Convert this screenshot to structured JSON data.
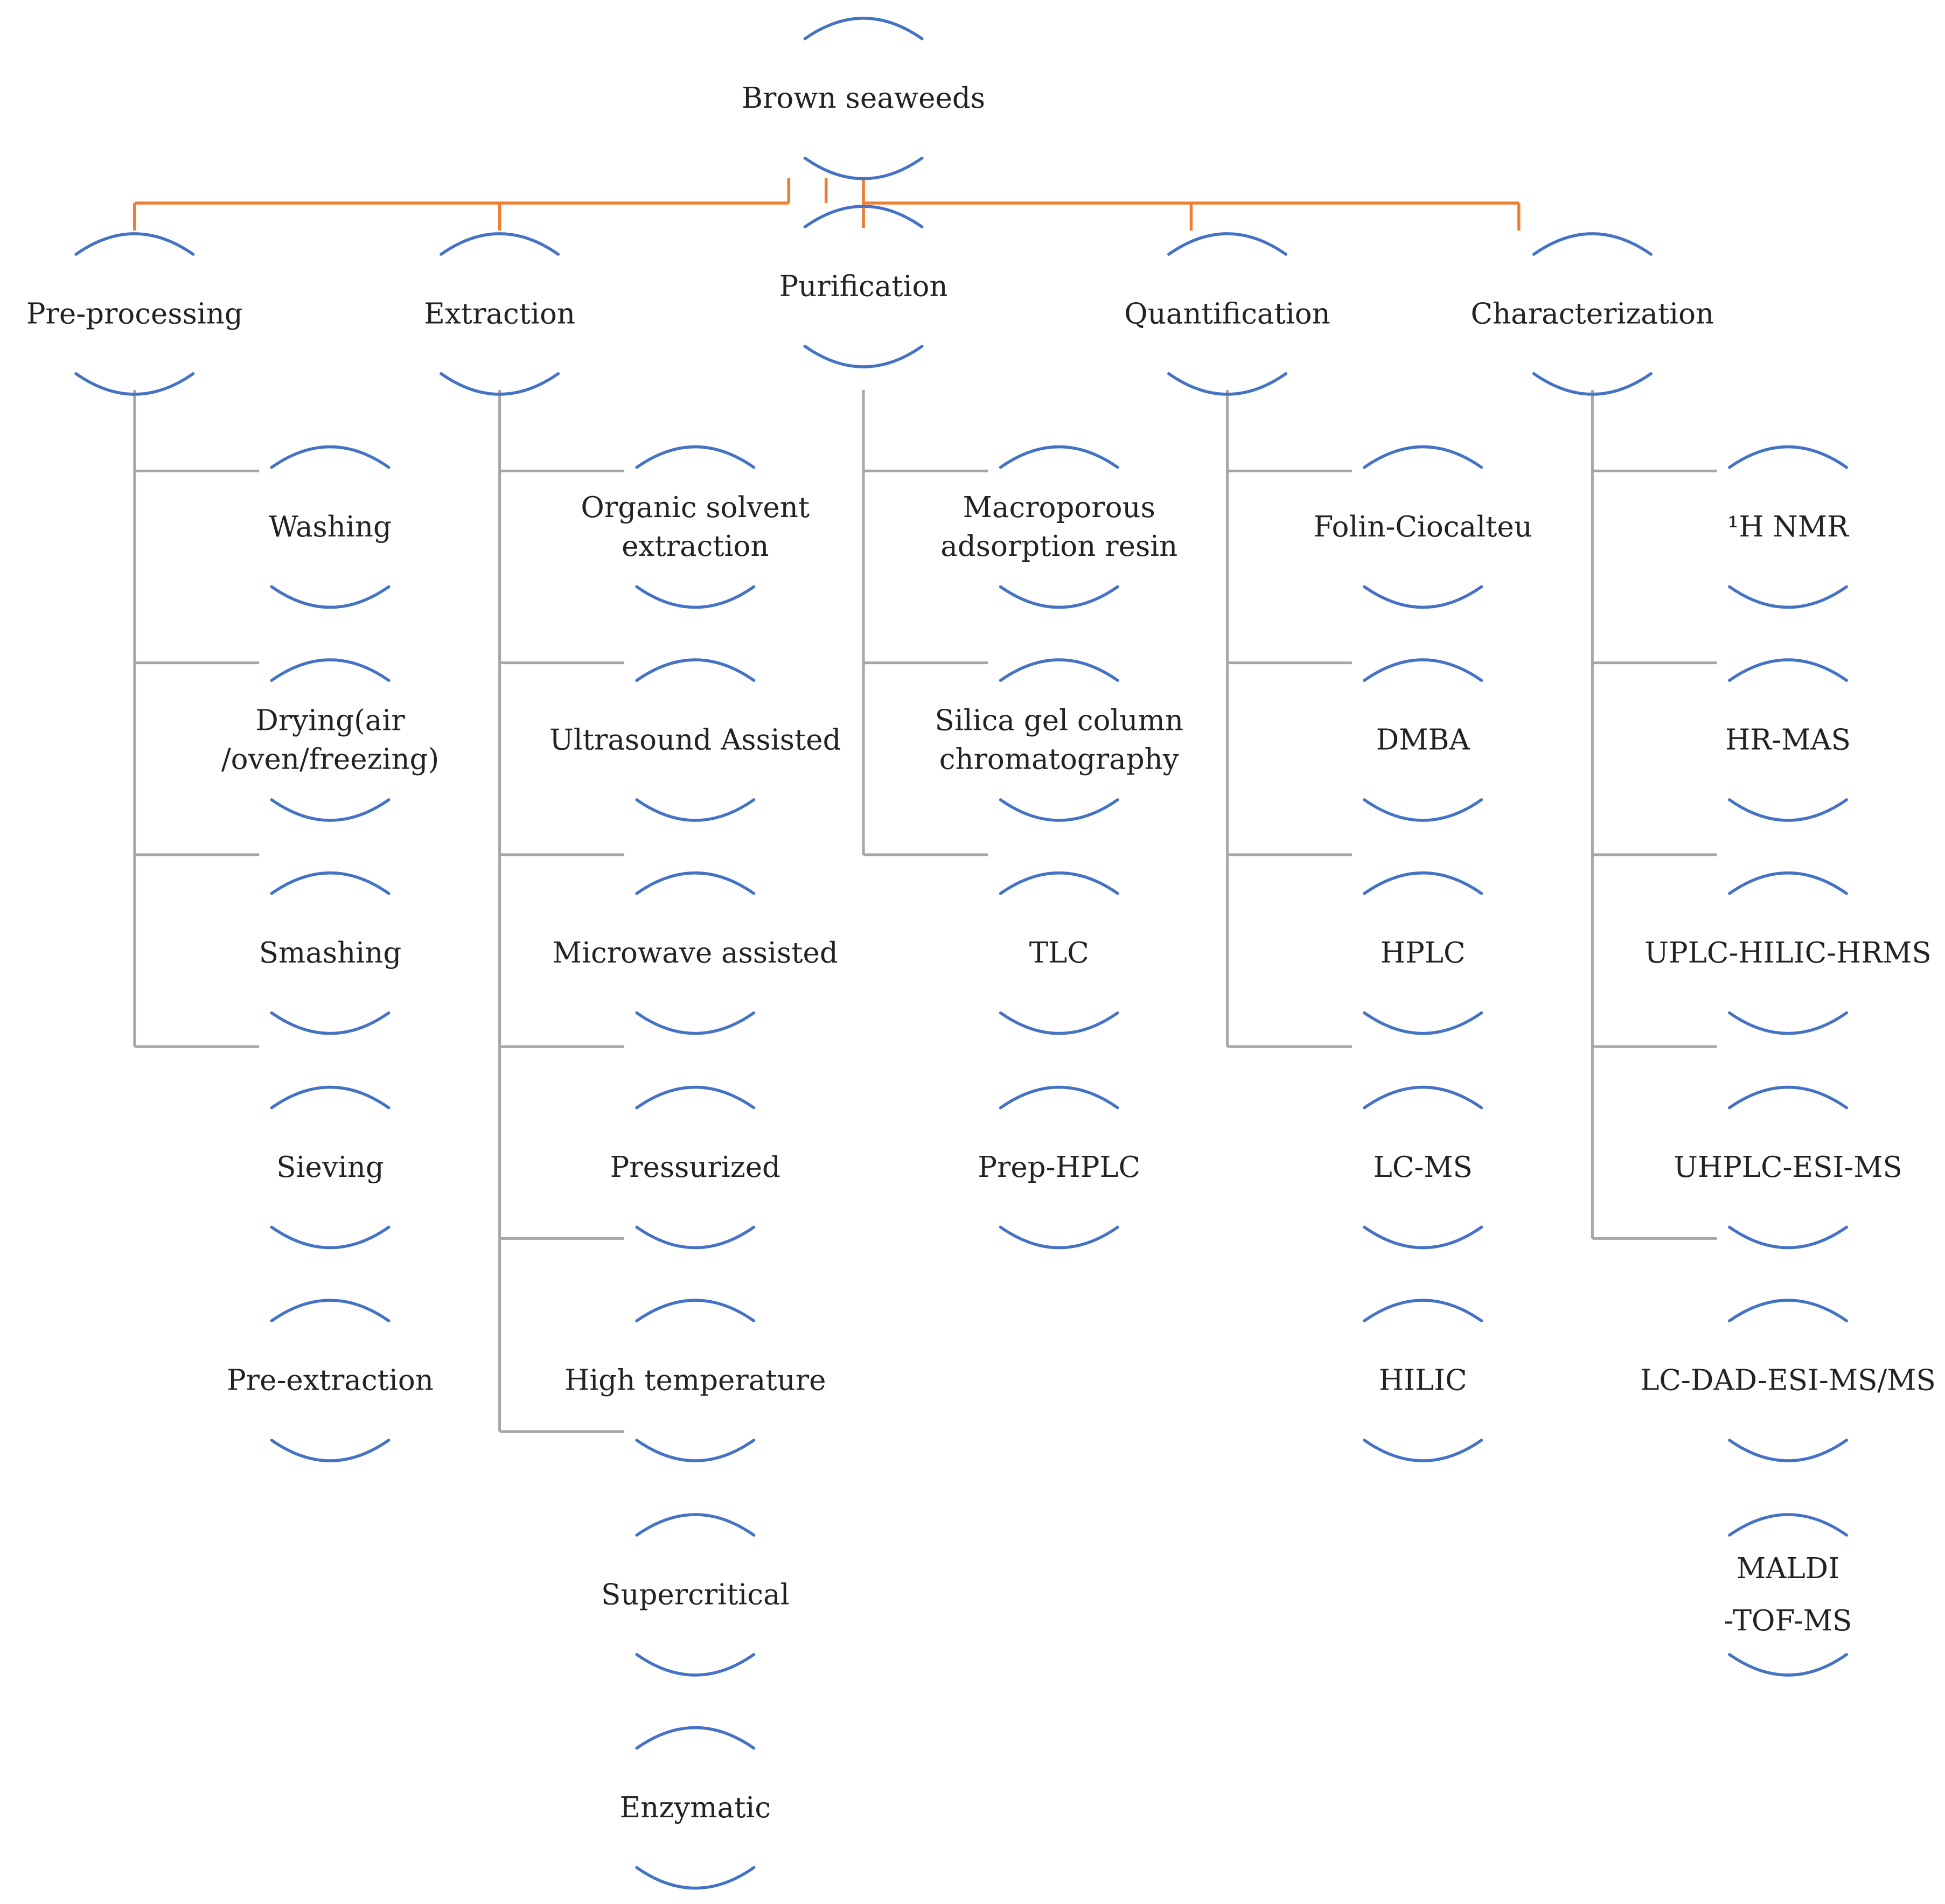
{
  "colors": {
    "arc": "#4472C4",
    "top_connector": "#ED7D31",
    "branch_connector": "#A6A6A6",
    "text": "#222222"
  },
  "root": {
    "lines": [
      "Brown seaweeds"
    ]
  },
  "categories": [
    {
      "id": "pre-processing",
      "lines": [
        "Pre-processing"
      ],
      "items": [
        {
          "lines": [
            "Washing"
          ]
        },
        {
          "lines": [
            "Drying(air",
            "/oven/freezing)"
          ]
        },
        {
          "lines": [
            "Smashing"
          ]
        },
        {
          "lines": [
            "Sieving"
          ]
        },
        {
          "lines": [
            "Pre-extraction"
          ]
        }
      ]
    },
    {
      "id": "extraction",
      "lines": [
        "Extraction"
      ],
      "items": [
        {
          "lines": [
            "Organic solvent",
            "extraction"
          ]
        },
        {
          "lines": [
            "Ultrasound Assisted"
          ]
        },
        {
          "lines": [
            "Microwave assisted"
          ]
        },
        {
          "lines": [
            "Pressurized"
          ]
        },
        {
          "lines": [
            "High temperature"
          ]
        },
        {
          "lines": [
            "Supercritical"
          ]
        },
        {
          "lines": [
            "Enzymatic"
          ]
        }
      ]
    },
    {
      "id": "purification",
      "lines": [
        "Purification"
      ],
      "items": [
        {
          "lines": [
            "Macroporous",
            "adsorption resin"
          ]
        },
        {
          "lines": [
            "Silica gel column",
            "chromatography"
          ]
        },
        {
          "lines": [
            "TLC"
          ]
        },
        {
          "lines": [
            "Prep-HPLC"
          ]
        }
      ]
    },
    {
      "id": "quantification",
      "lines": [
        "Quantification"
      ],
      "items": [
        {
          "lines": [
            "Folin-Ciocalteu"
          ]
        },
        {
          "lines": [
            "DMBA"
          ]
        },
        {
          "lines": [
            "HPLC"
          ]
        },
        {
          "lines": [
            "LC-MS"
          ]
        },
        {
          "lines": [
            "HILIC"
          ]
        }
      ]
    },
    {
      "id": "characterization",
      "lines": [
        "Characterization"
      ],
      "items": [
        {
          "lines": [
            "¹H NMR"
          ]
        },
        {
          "lines": [
            "HR-MAS"
          ]
        },
        {
          "lines": [
            "UPLC-HILIC-HRMS"
          ]
        },
        {
          "lines": [
            "UHPLC-ESI-MS"
          ]
        },
        {
          "lines": [
            "LC-DAD-ESI-MS/MS"
          ]
        },
        {
          "lines": [
            "MALDI",
            "-TOF-MS"
          ]
        }
      ]
    }
  ]
}
